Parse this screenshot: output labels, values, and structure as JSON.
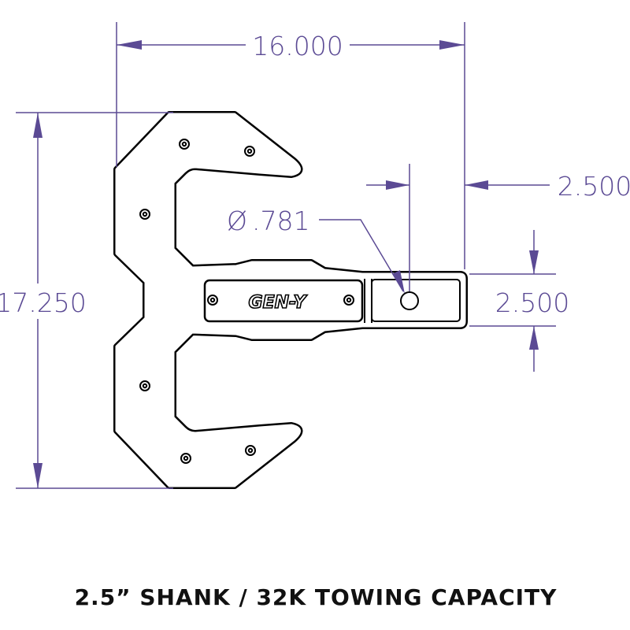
{
  "drawing": {
    "dimensions": {
      "overall_width": "16.000",
      "overall_height": "17.250",
      "shank_length": "2.500",
      "shank_height": "2.500",
      "hole_diameter": ".781",
      "diameter_symbol": "Ø"
    },
    "logo_text": "GEN-Y",
    "caption": "2.5” SHANK / 32K TOWING CAPACITY",
    "colors": {
      "dimension": "#5b4a94",
      "outline": "#000000"
    }
  }
}
